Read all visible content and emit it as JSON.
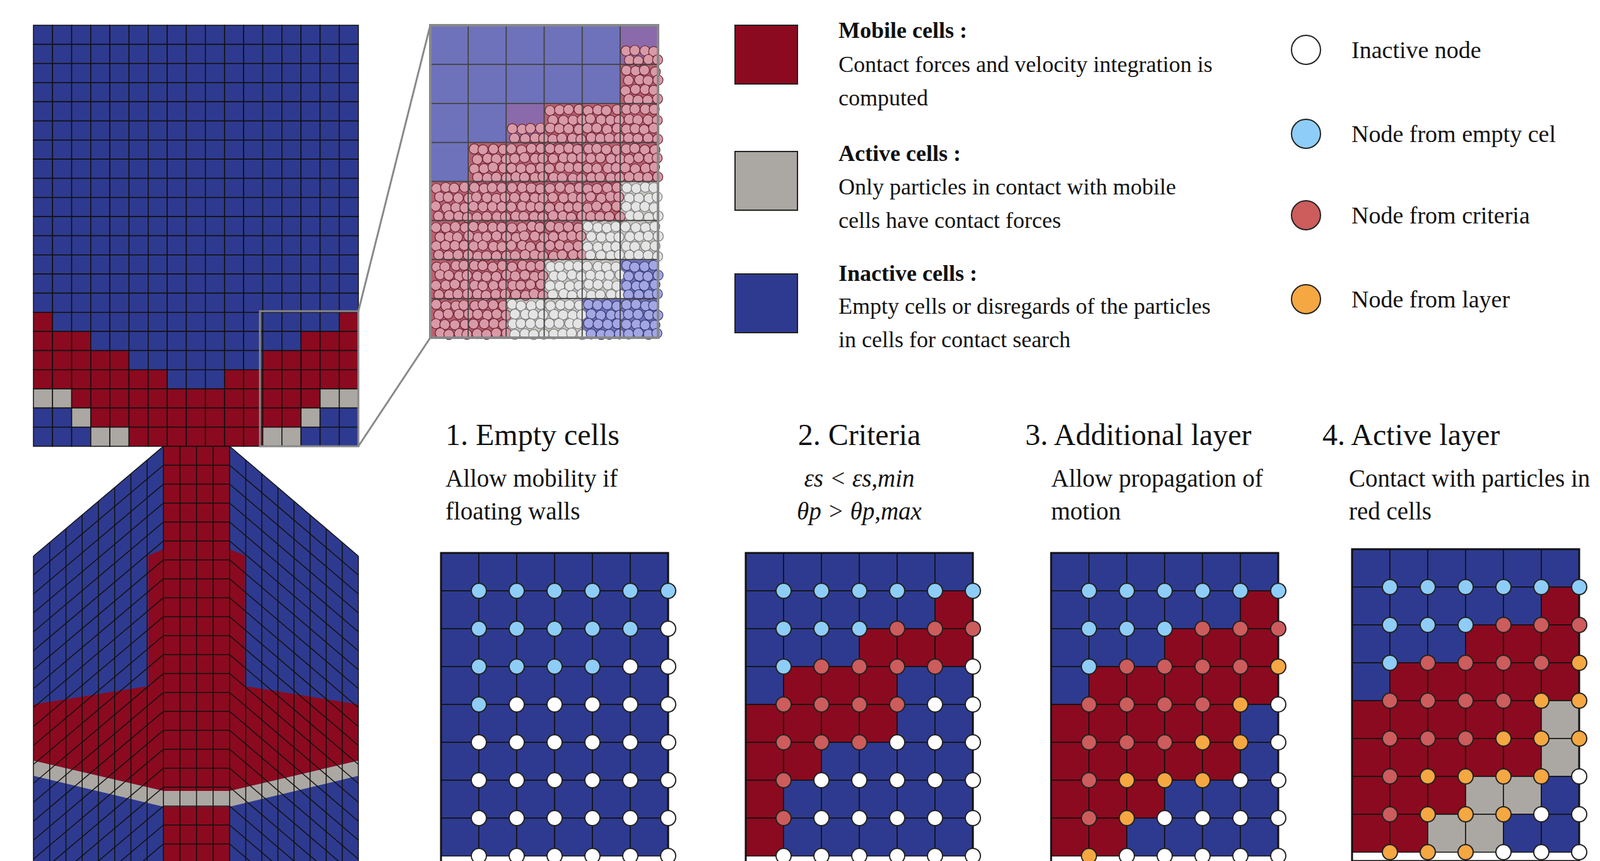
{
  "diagram": {
    "nodes": [
      {
        "text": [
          "1. Empty cells",
          "Allow mobility if floating walls"
        ]
      },
      {
        "text": [
          "2. Criteria",
          "εs < εs,min",
          "θp > θp,max"
        ]
      },
      {
        "text": [
          "3. Additional layer",
          "Allow propagation of motion"
        ]
      },
      {
        "text": [
          "4. Active layer",
          "Contact with particles in red cells"
        ]
      }
    ],
    "labels": [
      "Contact forces and velocity integration is computed",
      "Only particles in contact with mobile cells have contact forces",
      "Empty cells or disregards of the particles in cells for contact search"
    ],
    "legend": [
      {
        "text": "Mobile cells :",
        "color": "#8b0a1f"
      },
      {
        "text": "Active cells :",
        "color": "#aba8a3"
      },
      {
        "text": "Inactive cells :",
        "color": "#2e3a8f"
      },
      {
        "text": "Inactive node",
        "color": "#ffffff"
      },
      {
        "text": "Node from empty cel",
        "color": "#8ecdf7"
      },
      {
        "text": "Node from criteria",
        "color": "#cd5c5c"
      },
      {
        "text": "Node from layer",
        "color": "#f5a742"
      }
    ]
  }
}
